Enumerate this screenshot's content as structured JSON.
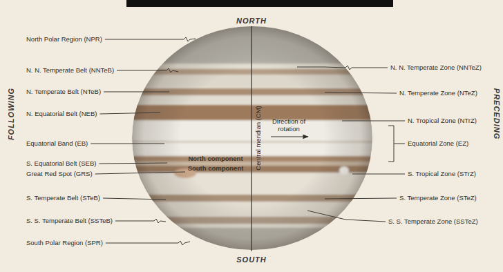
{
  "diagram": {
    "labels": [
      "NORTH",
      "FOLLOWING",
      "North Polar Region (NPR)",
      "N. N. Temperate Belt (NNTeB)",
      "N. Temperate Belt (NTeB)",
      "N. Equatorial Belt (NEB)",
      "Equatorial Band (EB)",
      "S. Equatorial Belt (SEB)",
      "Great Red Spot (GRS)",
      "S. Temperate Belt (STeB)",
      "S. S. Temperate Belt (SSTeB)",
      "South Polar Region (SPR)",
      "Central meridian (CM)",
      "Direction of rotation",
      "North component",
      "South component",
      "PRECEDING",
      "N. N. Temperate Zone (NNTeZ)",
      "N. Temperate Zone (NTeZ)",
      "N. Tropical Zone (NTrZ)",
      "Equatorial Zone (EZ)",
      "S. Tropical Zone (STrZ)",
      "S. Temperate Zone (STeZ)",
      "S. S. Temperate Zone (SSTeZ)",
      "SOUTH"
    ]
  }
}
